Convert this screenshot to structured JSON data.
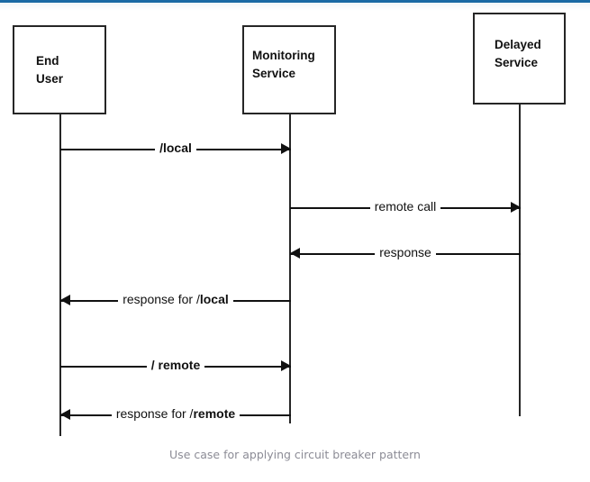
{
  "diagram": {
    "type": "sequence-diagram",
    "caption": "Use case for applying circuit breaker pattern",
    "colors": {
      "stroke": "#262626",
      "text": "#111111",
      "caption": "#8c8c96",
      "top_rule": "#1a69a4",
      "background": "#ffffff"
    },
    "participants": [
      {
        "id": "end-user",
        "label": "End\nUser",
        "label_line1": "End",
        "label_line2": "User"
      },
      {
        "id": "monitoring-service",
        "label": "Monitoring\nService",
        "label_line1": "Monitoring",
        "label_line2": "Service"
      },
      {
        "id": "delayed-service",
        "label": "Delayed\nService",
        "label_line1": "Delayed",
        "label_line2": "Service"
      }
    ],
    "messages": [
      {
        "id": "local-request",
        "label": "/local",
        "label_regular": "",
        "label_bold": "/local",
        "from": "end-user",
        "to": "monitoring-service",
        "direction": "right"
      },
      {
        "id": "remote-call",
        "label": "remote call",
        "label_regular": "remote call",
        "label_bold": "",
        "from": "monitoring-service",
        "to": "delayed-service",
        "direction": "right"
      },
      {
        "id": "remote-response",
        "label": "response",
        "label_regular": "response",
        "label_bold": "",
        "from": "delayed-service",
        "to": "monitoring-service",
        "direction": "left"
      },
      {
        "id": "local-response",
        "label": "response for /local",
        "label_regular": "response for /",
        "label_bold": "local",
        "from": "monitoring-service",
        "to": "end-user",
        "direction": "left"
      },
      {
        "id": "remote-request",
        "label": "/ remote",
        "label_regular": "",
        "label_bold": "/ remote",
        "from": "end-user",
        "to": "monitoring-service",
        "direction": "right"
      },
      {
        "id": "remote-request-response",
        "label": "response for /remote",
        "label_regular": "response for /",
        "label_bold": "remote",
        "from": "monitoring-service",
        "to": "end-user",
        "direction": "left"
      }
    ]
  }
}
